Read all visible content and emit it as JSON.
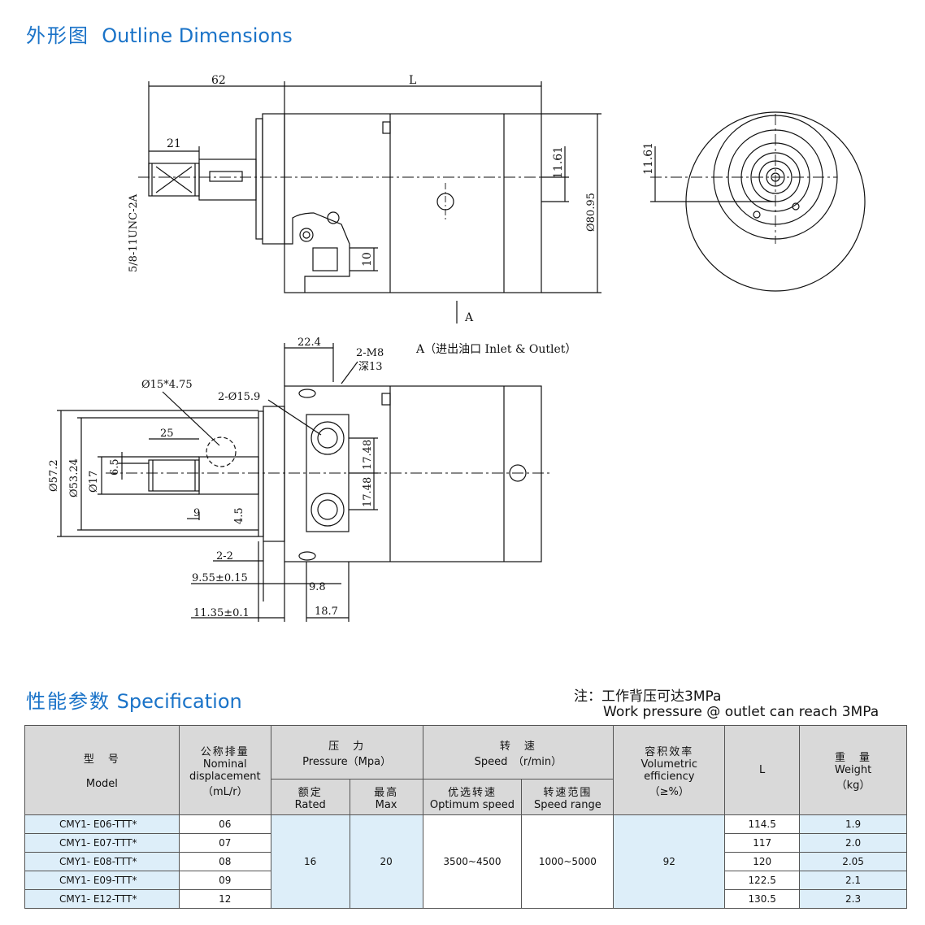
{
  "section1": {
    "title_cn": "外形图",
    "title_en": "Outline Dimensions"
  },
  "section2": {
    "title_cn": "性能参数",
    "title_en": "Specification"
  },
  "note": {
    "cn": "注：工作背压可达3MPa",
    "en": "Work pressure @ outlet can reach 3MPa"
  },
  "drawing_labels": {
    "dim_62": "62",
    "dim_L": "L",
    "dim_21": "21",
    "dim_1161_a": "11.61",
    "dim_1161_b": "11.61",
    "thread": "5/8-11UNC-2A",
    "dim_8095": "Ø80.95",
    "dim_10": "10",
    "view_a": "A",
    "dim_224": "22.4",
    "m8": "2-M8",
    "depth13": "深13",
    "inlet_outlet": "A（进出油口  Inlet & Outlet）",
    "d15_475": "Ø15*4.75",
    "d159": "2-Ø15.9",
    "dim_25": "25",
    "dim_1748_a": "17.48",
    "dim_1748_b": "17.48",
    "d572": "Ø57.2",
    "d5324": "Ø53.24",
    "d17": "Ø17",
    "dim_65": "6.5",
    "dim_9": "9",
    "dim_45": "4.5",
    "dim_22": "2-2",
    "dim_955": "9.55±0.15",
    "dim_98": "9.8",
    "dim_1135": "11.35±0.1",
    "dim_187": "18.7"
  },
  "table": {
    "h_model_cn": "型　号",
    "h_model_en": "Model",
    "h_disp_cn": "公称排量",
    "h_disp_en1": "Nominal",
    "h_disp_en2": "displacement",
    "h_disp_unit": "（mL/r）",
    "h_pressure_cn": "压　力",
    "h_pressure_en": "Pressure（Mpa）",
    "h_rated_cn": "额定",
    "h_rated_en": "Rated",
    "h_max_cn": "最高",
    "h_max_en": "Max",
    "h_speed_cn": "转　速",
    "h_speed_en": "Speed　（r/min）",
    "h_opt_cn": "优选转速",
    "h_opt_en": "Optimum speed",
    "h_range_cn": "转速范围",
    "h_range_en": "Speed range",
    "h_vol_cn": "容积效率",
    "h_vol_en1": "Volumetric",
    "h_vol_en2": "efficiency",
    "h_vol_unit": "（≥%）",
    "h_L": "L",
    "h_weight_cn": "重　量",
    "h_weight_en": "Weight",
    "h_weight_unit": "（kg）",
    "rated": "16",
    "max": "20",
    "optimum": "3500~4500",
    "range": "1000~5000",
    "efficiency": "92",
    "rows": [
      {
        "model": "CMY1- E06-TTT*",
        "disp": "06",
        "L": "114.5",
        "weight": "1.9"
      },
      {
        "model": "CMY1- E07-TTT*",
        "disp": "07",
        "L": "117",
        "weight": "2.0"
      },
      {
        "model": "CMY1- E08-TTT*",
        "disp": "08",
        "L": "120",
        "weight": "2.05"
      },
      {
        "model": "CMY1- E09-TTT*",
        "disp": "09",
        "L": "122.5",
        "weight": "2.1"
      },
      {
        "model": "CMY1- E12-TTT*",
        "disp": "12",
        "L": "130.5",
        "weight": "2.3"
      }
    ]
  }
}
